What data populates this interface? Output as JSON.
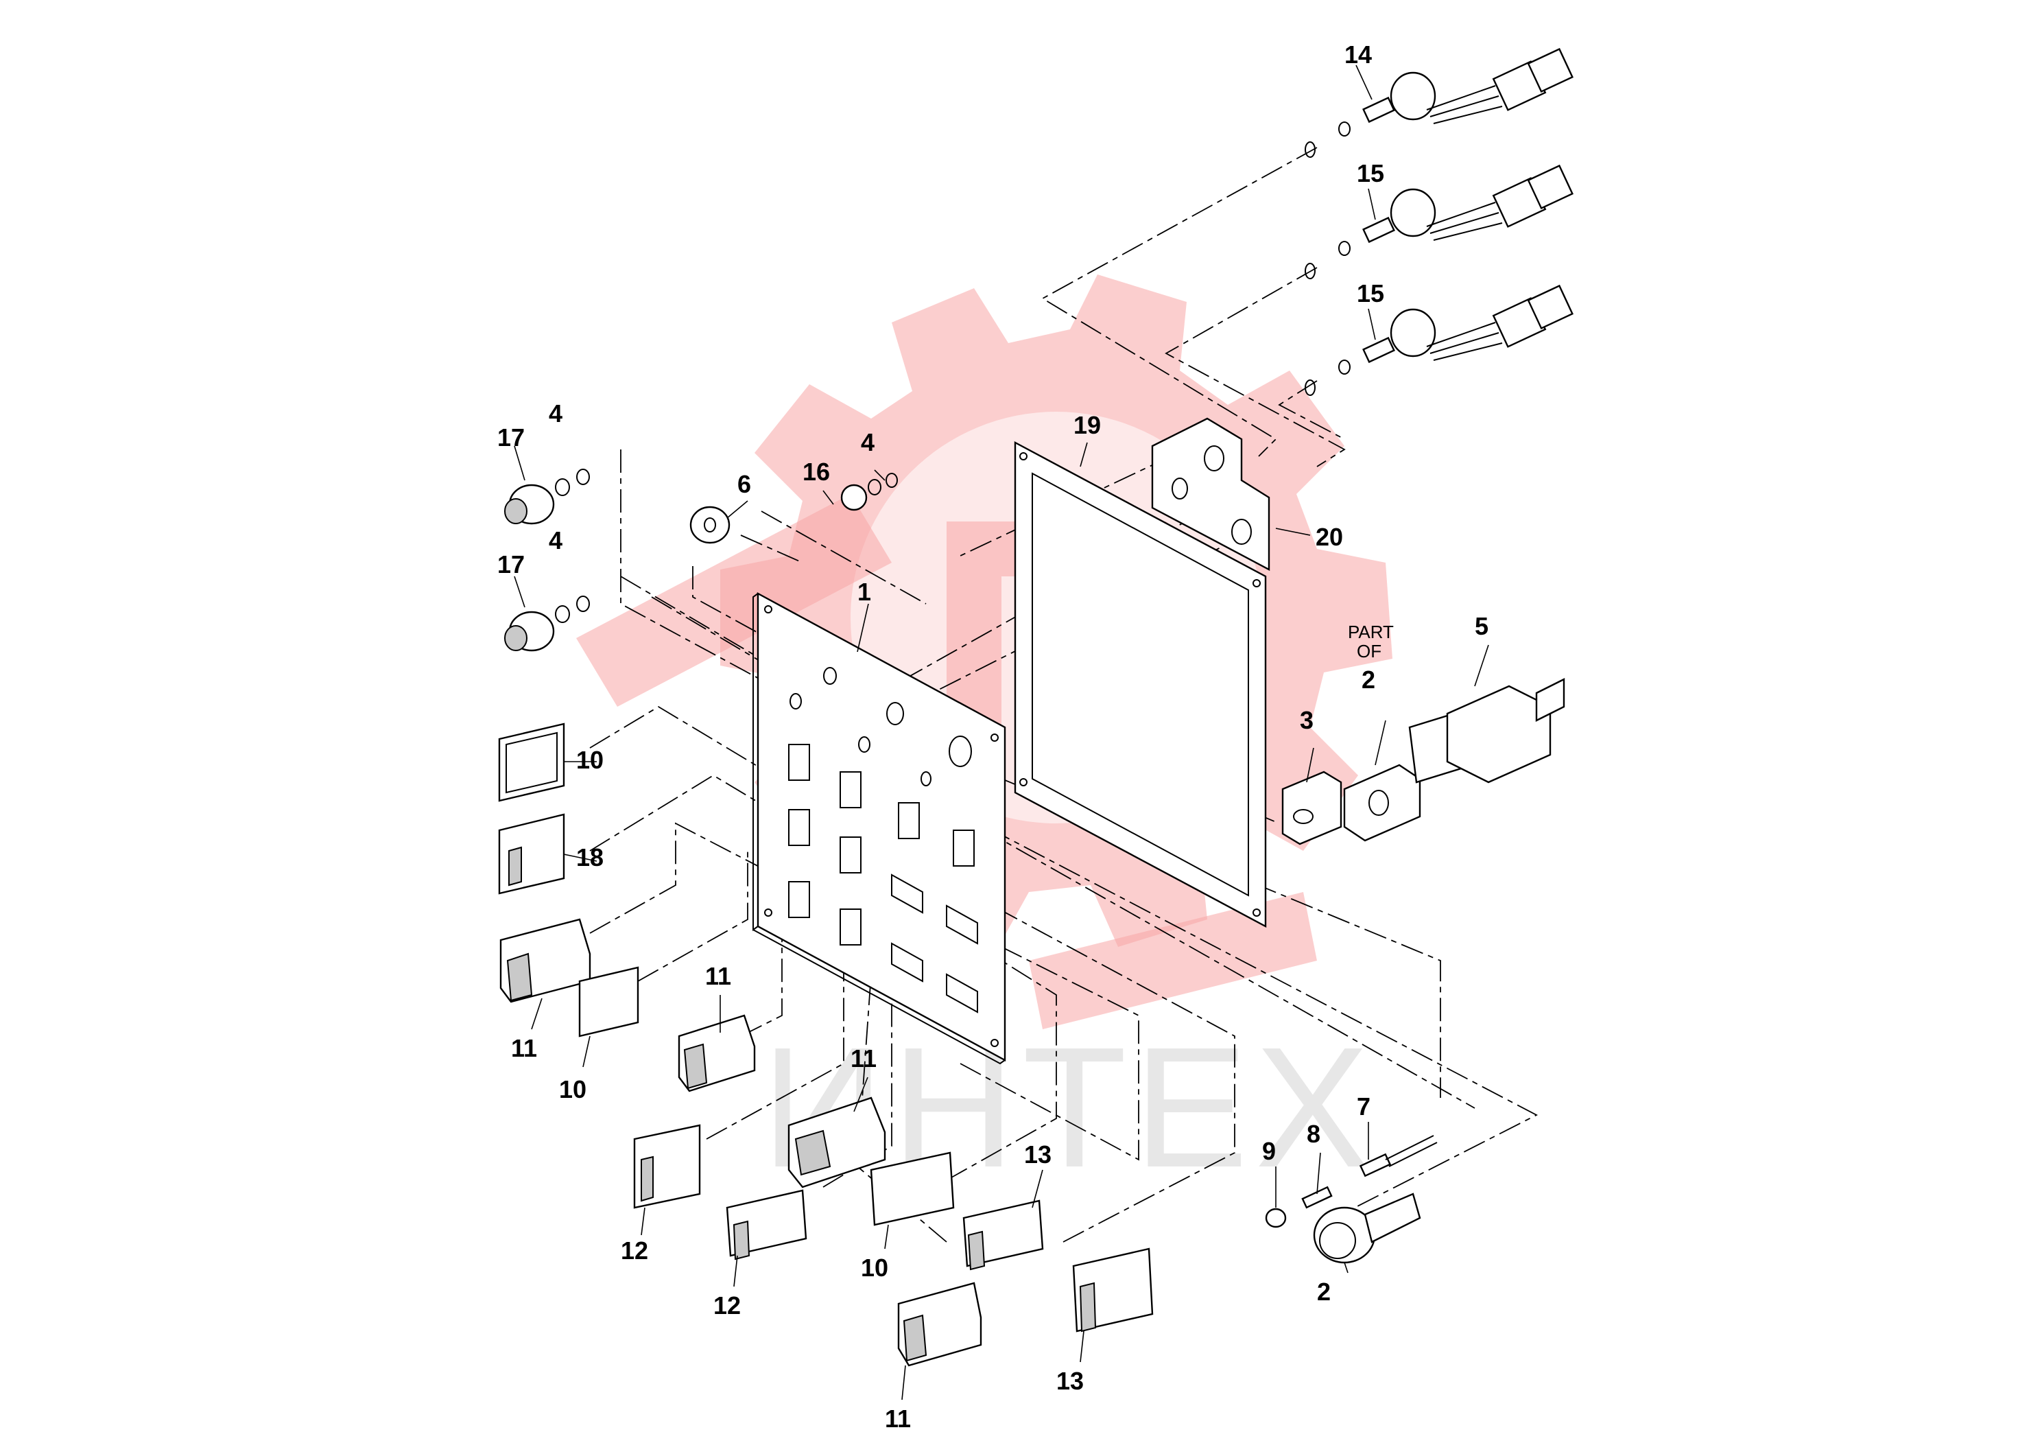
{
  "watermark": {
    "text": "ИНТЕХ",
    "color": "#f7a6a6"
  },
  "callouts": {
    "n1": "1",
    "n2_partof": "2",
    "n2_bottom": "2",
    "n3": "3",
    "n4_a": "4",
    "n4_b": "4",
    "n4_c": "4",
    "n5": "5",
    "n6": "6",
    "n7": "7",
    "n8": "8",
    "n9": "9",
    "n10_a": "10",
    "n10_b": "10",
    "n10_c": "10",
    "n11_a": "11",
    "n11_b": "11",
    "n11_c": "11",
    "n11_d": "11",
    "n12_a": "12",
    "n12_b": "12",
    "n13_a": "13",
    "n13_b": "13",
    "n14": "14",
    "n15_a": "15",
    "n15_b": "15",
    "n16": "16",
    "n17_a": "17",
    "n17_b": "17",
    "n18": "18",
    "n19": "19",
    "n20": "20"
  },
  "notes": {
    "part_of_line1": "PART",
    "part_of_line2": "OF"
  }
}
